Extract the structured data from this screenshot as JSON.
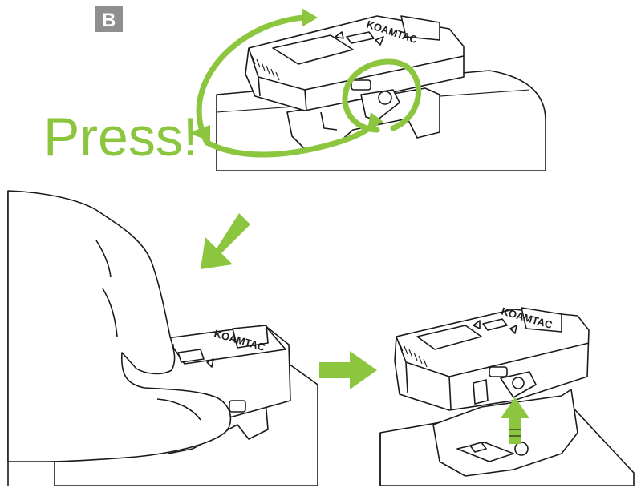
{
  "step_badge": {
    "label": "B",
    "color": "#8f8f8f"
  },
  "instruction": {
    "text": "Press!",
    "color": "#8cc63f"
  },
  "device": {
    "brand_logo": "KOAMTAC"
  },
  "colors": {
    "accent": "#8cc63f",
    "line": "#1a1a1a",
    "background": "#ffffff"
  },
  "icons": [
    "step-badge-icon",
    "curved-arrow-icon",
    "diagonal-arrow-icon",
    "right-arrow-icon",
    "up-arrow-icon",
    "hand-icon"
  ]
}
